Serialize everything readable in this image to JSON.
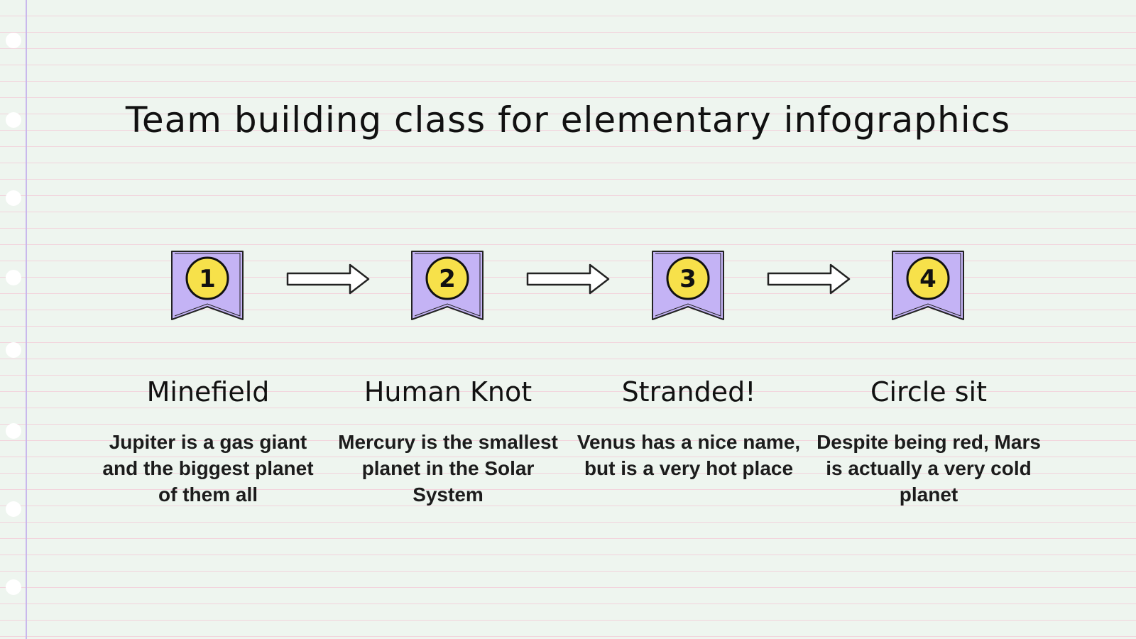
{
  "title": "Team building class for elementary infographics",
  "colors": {
    "paper": "#eef5ef",
    "ruled_line": "#f2d3dc",
    "margin_line": "#c9b8ec",
    "badge_fill": "#c4b3f5",
    "number_circle": "#f7e14a",
    "ink": "#111111"
  },
  "steps": [
    {
      "number": "1",
      "title": "Minefield",
      "description": "Jupiter is a gas giant and the biggest planet of them all"
    },
    {
      "number": "2",
      "title": "Human Knot",
      "description": "Mercury is the smallest planet in the Solar System"
    },
    {
      "number": "3",
      "title": "Stranded!",
      "description": "Venus has a nice name, but is a very hot place"
    },
    {
      "number": "4",
      "title": "Circle sit",
      "description": "Despite being red, Mars is actually a very cold planet"
    }
  ],
  "connectors": [
    "arrow-right-icon",
    "arrow-right-icon",
    "arrow-right-icon"
  ]
}
